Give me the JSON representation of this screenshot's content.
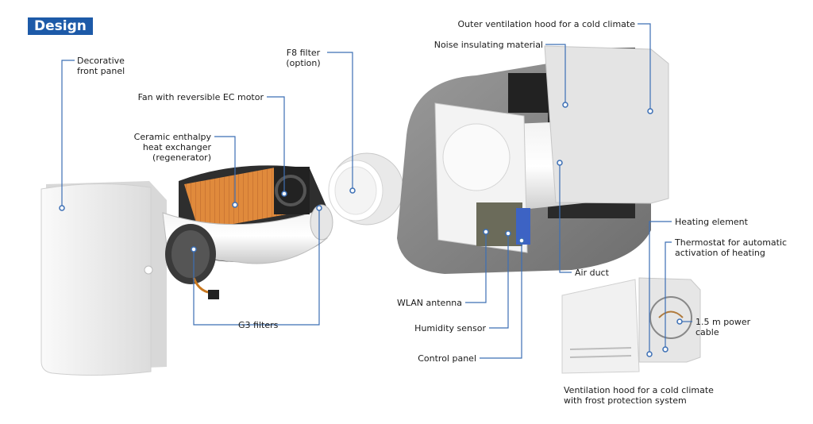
{
  "header": {
    "title": "Design"
  },
  "colors": {
    "accent": "#1d5aa8",
    "leader": "#3c6fb5",
    "foam": "#7c7c7c",
    "exchanger": "#d9833a"
  },
  "labels": {
    "decorative_front_panel": "Decorative\nfront panel",
    "fan": "Fan with reversible EC motor",
    "ceramic": "Ceramic enthalpy\nheat exchanger\n(regenerator)",
    "f8_filter": "F8 filter\n(option)",
    "noise": "Noise insulating material",
    "outer_hood": "Outer ventilation hood for a cold climate",
    "g3_filters": "G3 filters",
    "air_duct": "Air duct",
    "wlan": "WLAN antenna",
    "humidity": "Humidity sensor",
    "control_panel": "Control panel",
    "heating_element": "Heating element",
    "thermostat": "Thermostat for automatic\nactivation of heating",
    "power_cable": "1.5 m power\ncable",
    "hood_caption": "Ventilation hood for a cold climate\nwith frost protection system"
  }
}
